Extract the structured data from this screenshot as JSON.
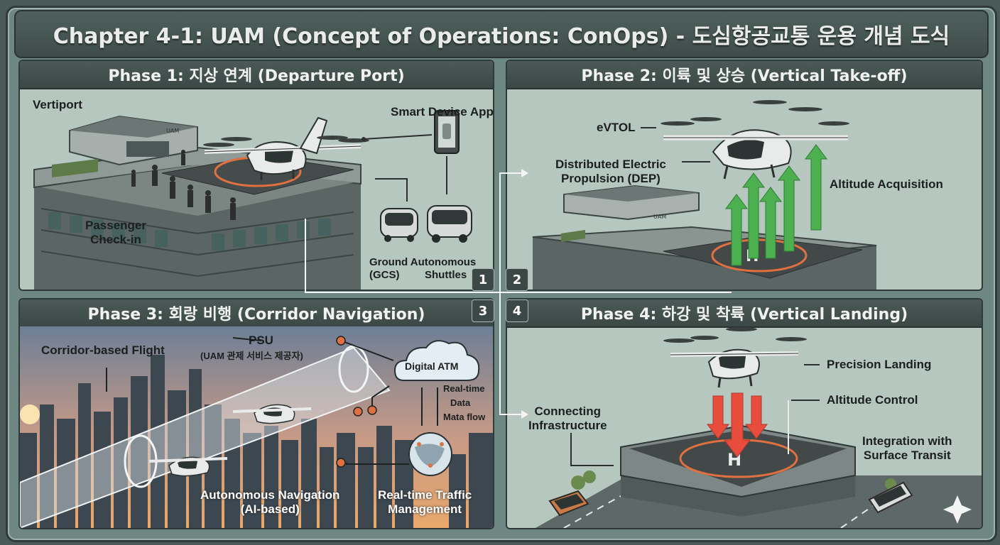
{
  "title": "Chapter 4-1: UAM (Concept of Operations: ConOps) - 도심항공교통 운용 개념 도식",
  "phase1": {
    "header": "Phase 1: 지상 연계 (Departure Port)",
    "vertiport": "Vertiport",
    "smart_app": "Smart Device App",
    "passenger_1": "Passenger",
    "passenger_2": "Check-in",
    "ground_1": "Ground Autonomous",
    "ground_2": "(GCS)",
    "ground_3": "Shuttles",
    "sign": "UAM"
  },
  "phase2": {
    "header": "Phase 2: 이륙 및 상승 (Vertical Take-off)",
    "evtol": "eVTOL",
    "dep_1": "Distributed Electric",
    "dep_2": "Propulsion (DEP)",
    "altitude": "Altitude Acquisition",
    "sign": "UAM"
  },
  "phase3": {
    "header": "Phase 3: 회랑 비행 (Corridor Navigation)",
    "corridor": "Corridor-based Flight",
    "psu": "PSU",
    "psu_sub": "(UAM 관제 서비스 제공자)",
    "digital_atm": "Digital ATM",
    "realtime_1": "Real-time",
    "realtime_2": "Data",
    "realtime_3": "Mata flow",
    "auto_nav_1": "Autonomous Navigation",
    "auto_nav_2": "(AI-based)",
    "traffic_1": "Real-time Traffic",
    "traffic_2": "Management"
  },
  "phase4": {
    "header": "Phase 4: 하강 및 착륙 (Vertical Landing)",
    "precision": "Precision Landing",
    "altitude_control": "Altitude Control",
    "connecting_1": "Connecting",
    "connecting_2": "Infrastructure",
    "integration_1": "Integration with",
    "integration_2": "Surface Transit"
  },
  "steps": [
    "1",
    "2",
    "3",
    "4"
  ],
  "colors": {
    "panel": "#b5c7bf",
    "header": "#3f4d4a",
    "arrow_up": "#4caf50",
    "arrow_down": "#e74c3c",
    "pad_ring": "#e07040"
  }
}
